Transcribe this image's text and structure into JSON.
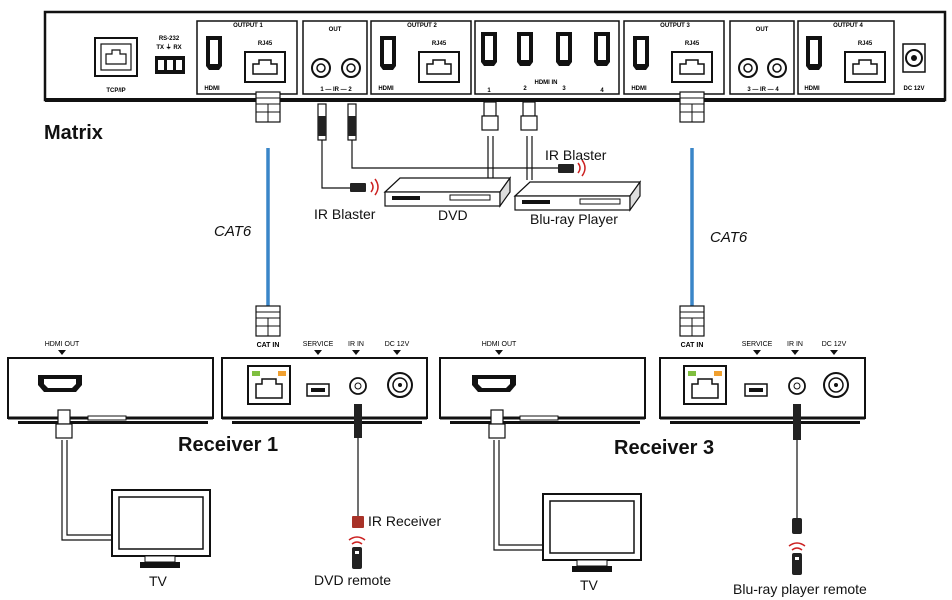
{
  "labels": {
    "matrix": "Matrix",
    "receiver1": "Receiver 1",
    "receiver3": "Receiver 3",
    "ir_blaster_left": "IR Blaster",
    "ir_blaster_right": "IR Blaster",
    "dvd": "DVD",
    "bluray_player": "Blu-ray Player",
    "cat6_left": "CAT6",
    "cat6_right": "CAT6",
    "ir_receiver": "IR Receiver",
    "dvd_remote": "DVD remote",
    "tv_left": "TV",
    "tv_right": "TV",
    "bluray_remote": "Blu-ray player remote"
  },
  "matrix_panel": {
    "tcpip": "TCP/IP",
    "rs232": "RS-232",
    "txrx": "TX ⏚ RX",
    "output1": "OUTPUT 1",
    "output2": "OUTPUT 2",
    "output3": "OUTPUT 3",
    "output4": "OUTPUT 4",
    "out_a": "OUT",
    "out_b": "OUT",
    "hdmi": "HDMI",
    "rj45": "RJ45",
    "ir_12": "1 — IR — 2",
    "ir_34": "3 — IR — 4",
    "hdmi_in": "HDMI IN",
    "in1": "1",
    "in2": "2",
    "in3": "3",
    "in4": "4",
    "dc12v": "DC 12V"
  },
  "receiver_panel": {
    "hdmi_out": "HDMI OUT",
    "service": "SERVICE",
    "ir_in": "IR IN",
    "dc12v": "DC 12V",
    "cat_in": "CAT IN"
  },
  "colors": {
    "cat6_cable": "#3a86c8",
    "ir_signal": "#cc2222",
    "ir_receiver": "#a83228",
    "rj45_led_green": "#7fbf3f",
    "rj45_led_orange": "#f0a030"
  }
}
